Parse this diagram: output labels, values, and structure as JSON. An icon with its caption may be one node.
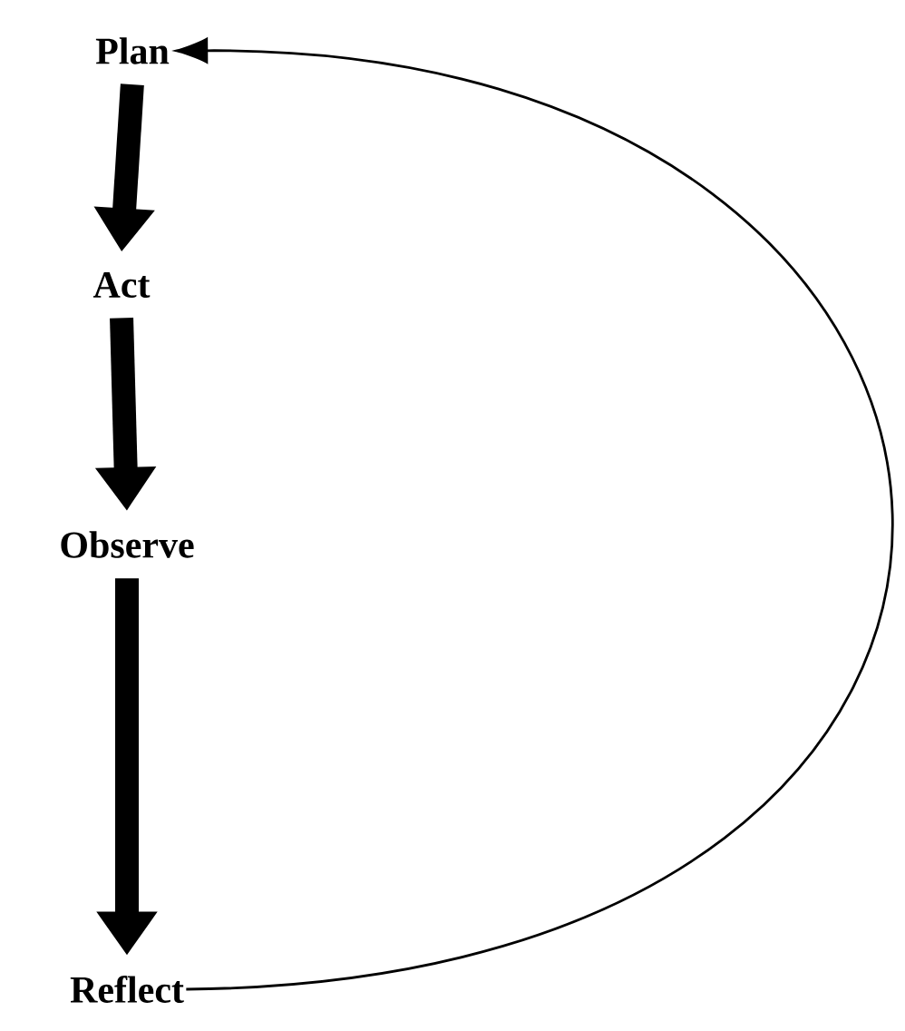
{
  "diagram": {
    "nodes": [
      {
        "text": [
          "Plan"
        ]
      },
      {
        "text": [
          "Act"
        ]
      },
      {
        "text": [
          "Observe"
        ]
      },
      {
        "text": [
          "Reflect"
        ]
      }
    ],
    "edges": [
      {
        "from": 0,
        "to": 1,
        "arrow": "to"
      },
      {
        "from": 1,
        "to": 2,
        "arrow": "to"
      },
      {
        "from": 2,
        "to": 3,
        "arrow": "to"
      },
      {
        "from": 3,
        "to": 0,
        "arrow": "to"
      }
    ]
  }
}
